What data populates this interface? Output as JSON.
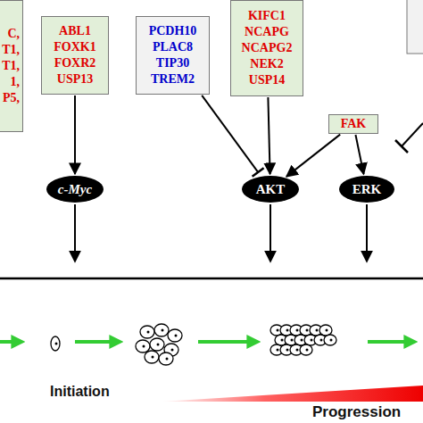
{
  "diagram": {
    "nodes": [
      {
        "text": [
          "C, T1, T1, 1, P5,"
        ]
      },
      {
        "text": [
          "ABL1 FOXK1 FOXR2 USP13"
        ]
      },
      {
        "text": [
          "PCDH10 PLAC8 TIP30 TREM2"
        ]
      },
      {
        "text": [
          "KIFC1 NCAPG NCAPG2 NEK2 USP14"
        ]
      },
      {
        "text": [
          "FAK"
        ]
      },
      {
        "text": [
          "c-Myc"
        ]
      },
      {
        "text": [
          "AKT"
        ]
      },
      {
        "text": [
          "ERK"
        ]
      }
    ],
    "edges": [
      {
        "from": 1,
        "to": 5,
        "arrow": "to"
      },
      {
        "from": 2,
        "to": 6,
        "arrow": "to"
      },
      {
        "from": 3,
        "to": 6,
        "arrow": "to"
      },
      {
        "from": 4,
        "to": 6,
        "arrow": "to"
      },
      {
        "from": 4,
        "to": 7,
        "arrow": "to"
      }
    ],
    "labels": [
      "Initiation",
      "Progression"
    ]
  }
}
